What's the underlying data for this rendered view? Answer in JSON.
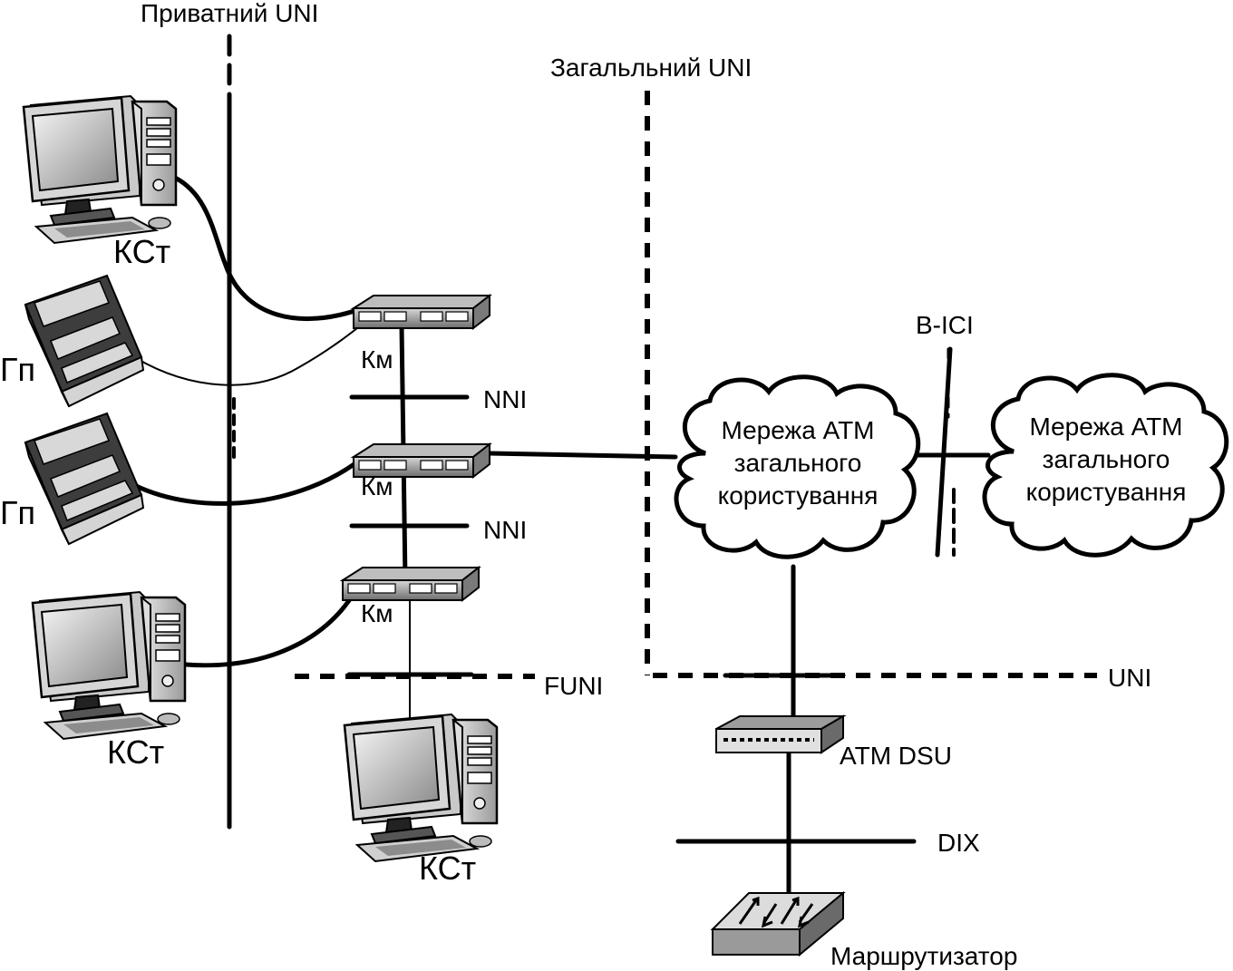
{
  "labels": {
    "private_uni": "Приватний UNI",
    "public_uni": "Загальльний UNI",
    "b_ici": "B-ICI",
    "nni_1": "NNI",
    "nni_2": "NNI",
    "funi": "FUNI",
    "uni": "UNI",
    "atm_dsu": "ATM DSU",
    "dix": "DIX",
    "router": "Маршрутизатор"
  },
  "devices": {
    "kst_top": "КСт",
    "kst_bottom_left": "КСт",
    "kst_bottom": "КСт",
    "gp_1": "Гп",
    "gp_2": "Гп",
    "km_1": "Км",
    "km_2": "Км",
    "km_3": "Км"
  },
  "clouds": {
    "left": [
      "Мережа АТМ",
      "загального",
      "користування"
    ],
    "right": [
      "Мережа АТМ",
      "загального",
      "користування"
    ]
  },
  "icons": [
    "computer-icon",
    "terminal-icon",
    "atm-switch-icon",
    "cloud-icon",
    "dsu-icon",
    "router-icon"
  ]
}
